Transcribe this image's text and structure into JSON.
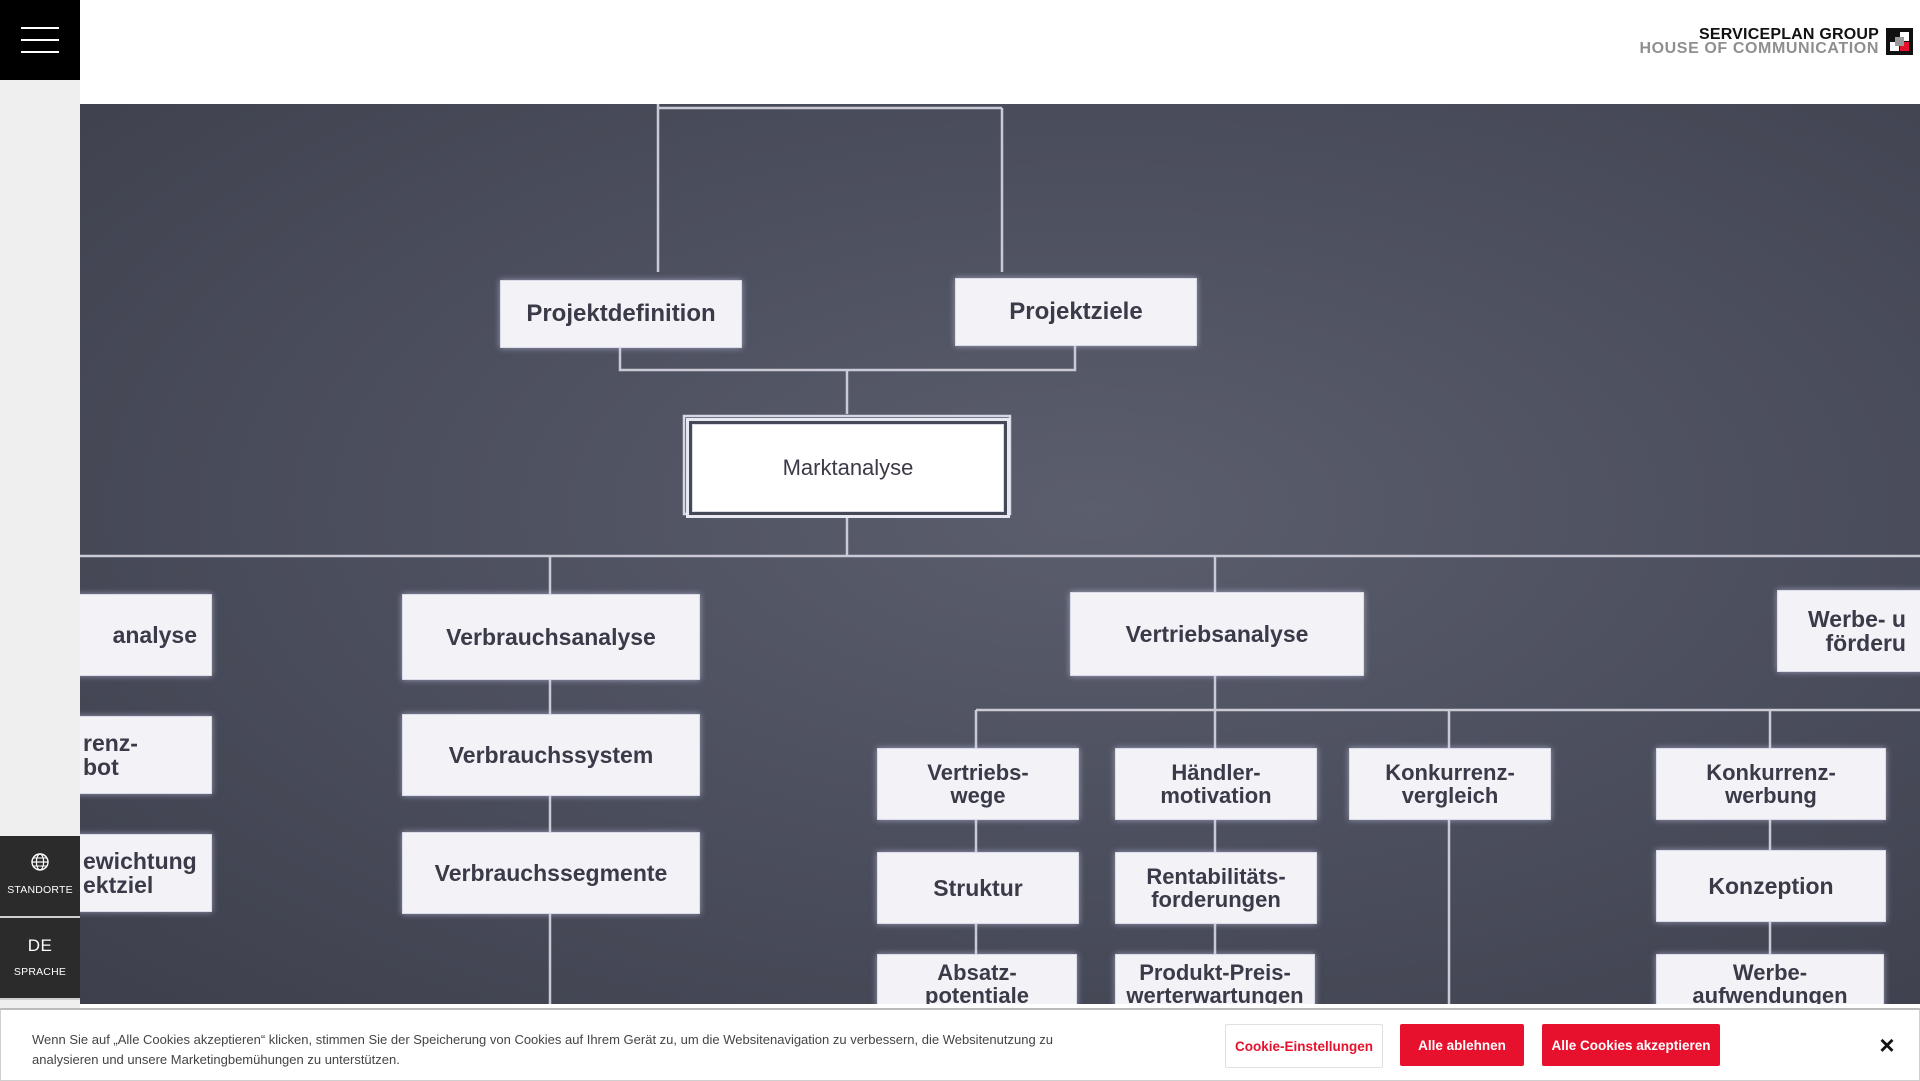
{
  "header": {
    "logo_line1": "SERVICEPLAN GROUP",
    "logo_line2": "HOUSE OF COMMUNICATION"
  },
  "sidebar": {
    "locations_label": "STANDORTE",
    "language_code": "DE",
    "language_label": "SPRACHE"
  },
  "hero": {
    "nodes": {
      "projektdefinition": "Projektdefinition",
      "projektziele": "Projektziele",
      "marktanalyse": "Marktanalyse",
      "partial_analyse": "analyse",
      "partial_renz": "renz-\nbot",
      "partial_gewichtung": "ewichtung\nektziel",
      "verbrauchsanalyse": "Verbrauchsanalyse",
      "verbrauchssystem": "Verbrauchssystem",
      "verbrauchssegmente": "Verbrauchssegmente",
      "vertriebsanalyse": "Vertriebsanalyse",
      "vertriebswege": "Vertriebs-\nwege",
      "haendlermotivation": "Händler-\nmotivation",
      "konkurrenzvergleich": "Konkurrenz-\nvergleich",
      "struktur": "Struktur",
      "rentabilitaet": "Rentabilitäts-\nforderungen",
      "absatzpotentiale": "Absatz-\npotentiale",
      "produktpreis": "Produkt-Preis-\nwerterwartungen",
      "partial_werbe": "Werbe- u\nförderu",
      "konkurrenzwerbung": "Konkurrenz-\nwerbung",
      "konzeption": "Konzeption",
      "werbeaufwendungen": "Werbe-\naufwendungen"
    }
  },
  "cookie": {
    "text": "Wenn Sie auf „Alle Cookies akzeptieren“ klicken, stimmen Sie der Speicherung von Cookies auf Ihrem Gerät zu, um die Websitenavigation zu verbessern, die Websitenutzung zu analysieren und unsere Marketingbemühungen zu unterstützen.",
    "settings_label": "Cookie-Einstellungen",
    "reject_label": "Alle ablehnen",
    "accept_label": "Alle Cookies akzeptieren",
    "close_label": "×"
  },
  "colors": {
    "accent": "#e8112d",
    "rail_dark": "#2b2b2b",
    "hero_bg": "#4d505f"
  }
}
